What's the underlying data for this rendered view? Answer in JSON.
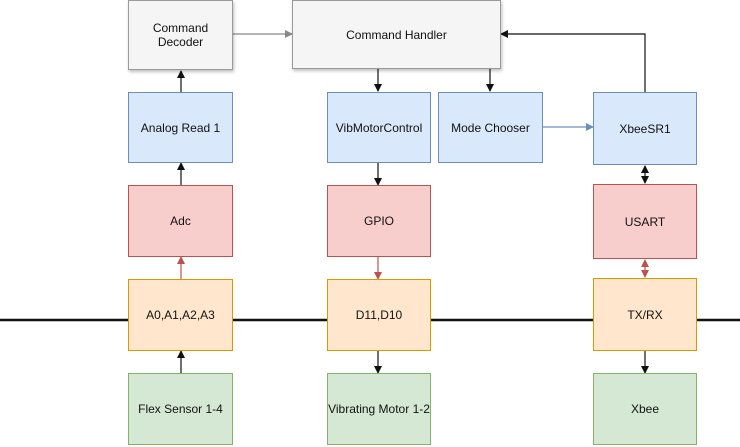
{
  "colors": {
    "gray_fill": "#f5f5f5",
    "blue_fill": "#dae8fc",
    "red_fill": "#f8cecc",
    "orange_fill": "#ffe6cc",
    "green_fill": "#d5e8d4",
    "black_arrow": "#111111",
    "gray_arrow": "#888888",
    "red_arrow": "#b85450",
    "blue_arrow": "#6c8ebf"
  },
  "nodes": {
    "command_decoder": "Command Decoder",
    "command_handler": "Command Handler",
    "analog_read_1": "Analog Read 1",
    "vib_motor_control": "VibMotorControl",
    "mode_chooser": "Mode Chooser",
    "xbee_sr1": "XbeeSR1",
    "adc": "Adc",
    "gpio": "GPIO",
    "usart": "USART",
    "a_pins": "A0,A1,A2,A3",
    "d_pins": "D11,D10",
    "tx_rx": "TX/RX",
    "flex_sensor": "Flex Sensor 1-4",
    "vibrating_motor": "Vibrating Motor 1-2",
    "xbee": "Xbee"
  }
}
